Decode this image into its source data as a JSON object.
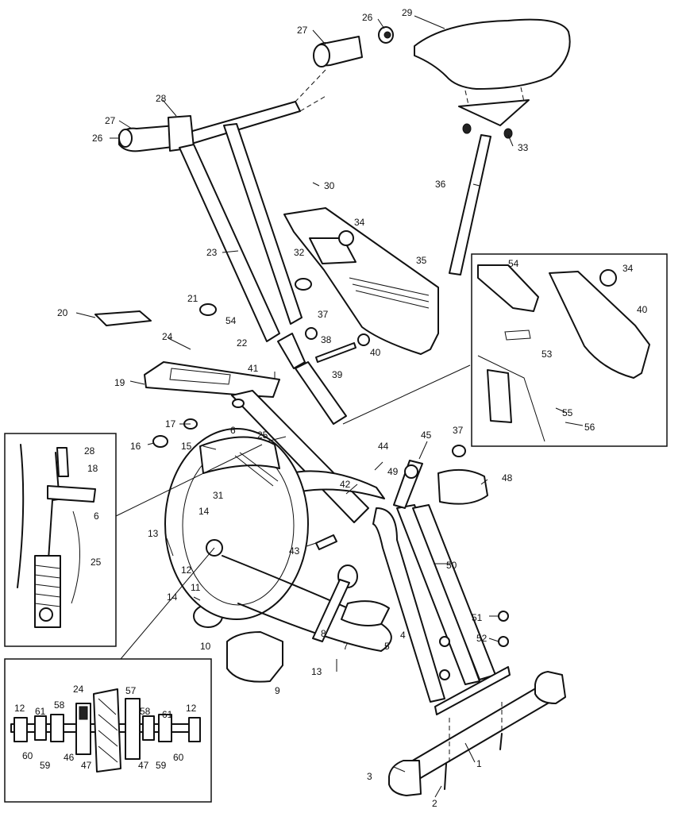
{
  "callouts": {
    "c1": "1",
    "c2": "2",
    "c3": "3",
    "c4": "4",
    "c5": "5",
    "c6": "6",
    "c7": "7",
    "c8": "8",
    "c9": "9",
    "c10": "10",
    "c11": "11",
    "c12": "12",
    "c13": "13",
    "c14": "14",
    "c15": "15",
    "c16": "16",
    "c17": "17",
    "c19": "19",
    "c20": "20",
    "c21": "21",
    "c22": "22",
    "c23": "23",
    "c24": "24",
    "c25": "25",
    "c26": "26",
    "c27": "27",
    "c28": "28",
    "c29": "29",
    "c30": "30",
    "c31": "31",
    "c32": "32",
    "c33": "33",
    "c34": "34",
    "c35": "35",
    "c36": "36",
    "c37": "37",
    "c38": "38",
    "c39": "39",
    "c40": "40",
    "c41": "41",
    "c42": "42",
    "c43": "43",
    "c44": "44",
    "c45": "45",
    "c48": "48",
    "c49": "49",
    "c50": "50",
    "c51": "51",
    "c52": "52",
    "c54": "54"
  },
  "inset_seat": {
    "c54": "54",
    "c34": "34",
    "c40": "40",
    "c53": "53",
    "c55": "55",
    "c56": "56"
  },
  "inset_brake": {
    "c28": "28",
    "c18": "18",
    "c6": "6",
    "c25": "25"
  },
  "inset_axle": {
    "c12a": "12",
    "c61a": "61",
    "c58a": "58",
    "c60a": "60",
    "c59a": "59",
    "c46": "46",
    "c24": "24",
    "c47a": "47",
    "c57": "57",
    "c58b": "58",
    "c47b": "47",
    "c61b": "61",
    "c12b": "12",
    "c59b": "59",
    "c60b": "60"
  }
}
